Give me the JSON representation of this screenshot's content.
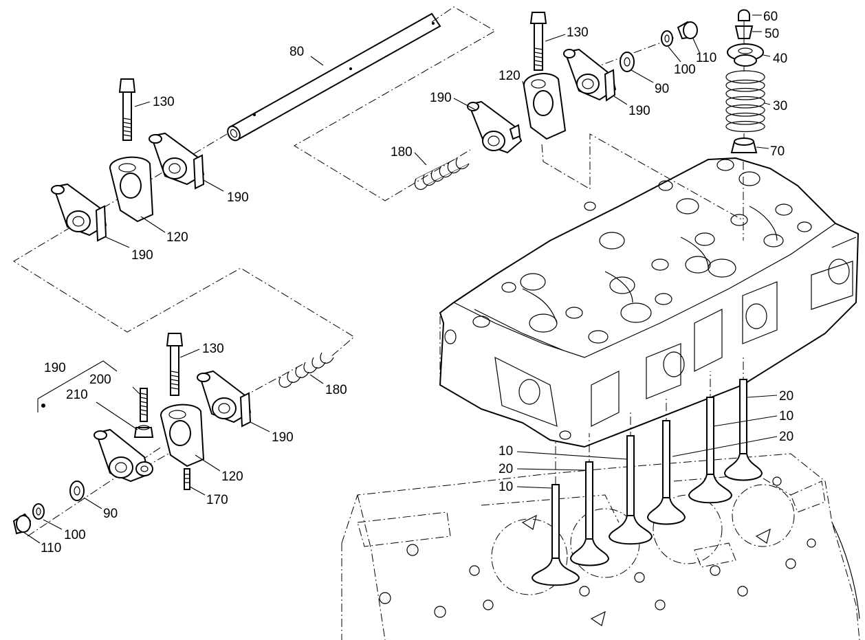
{
  "callouts": {
    "c60": "60",
    "c50": "50",
    "c40": "40",
    "c30": "30",
    "c70": "70",
    "c110_top": "110",
    "c100_top": "100",
    "c90_top": "90",
    "c130_top": "130",
    "c120_top": "120",
    "c190_tr": "190",
    "c190_tl2": "190",
    "c180_top": "180",
    "c80": "80",
    "c130_left": "130",
    "c190_l1": "190",
    "c120_left": "120",
    "c190_l2": "190",
    "c130_bot": "130",
    "c180_bot": "180",
    "c190_bot_label": "190",
    "c200": "200",
    "c210": "210",
    "c190_b2": "190",
    "c120_bot": "120",
    "c170": "170",
    "c90_bot": "90",
    "c100_bot": "100",
    "c110_bot": "110",
    "c20_a": "20",
    "c10_a": "10",
    "c20_b": "20",
    "c10_b": "10",
    "c20_c": "20",
    "c10_c": "10"
  }
}
